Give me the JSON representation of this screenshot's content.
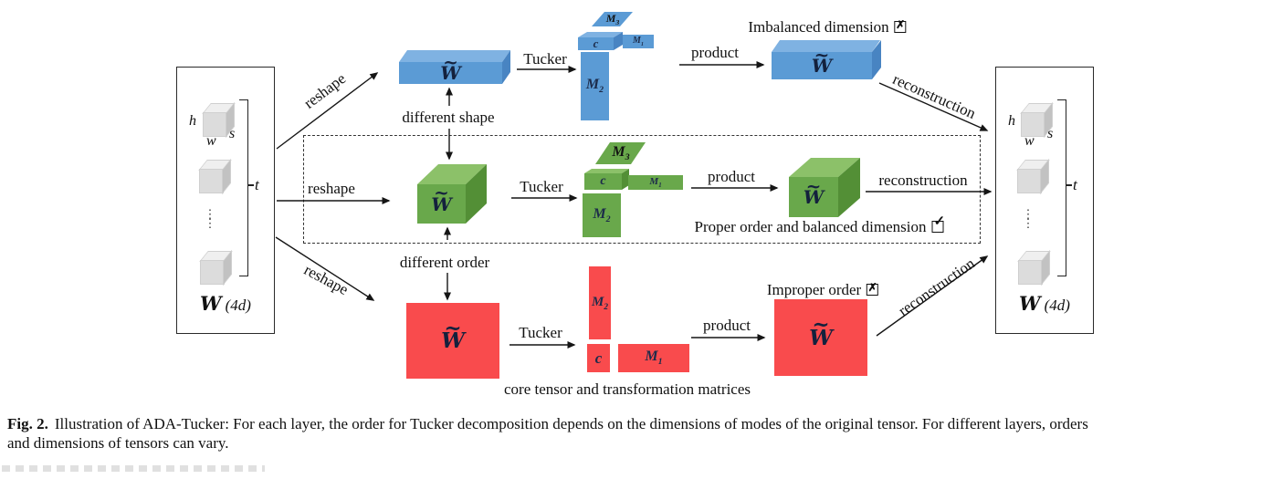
{
  "colors": {
    "blue": "#5b9bd5",
    "blue_top": "#7fb2e2",
    "blue_side": "#4884c2",
    "green": "#69a84b",
    "green_top": "#8cc169",
    "green_side": "#538f36",
    "red": "#f94b4d",
    "gray": "#dcdcdc"
  },
  "sym": {
    "w": "W",
    "tilde": "~",
    "c": "c",
    "m": "M",
    "s1": "1",
    "s2": "2",
    "s3": "3"
  },
  "tensor": {
    "w": "W",
    "dims": "(4d)",
    "h": "h",
    "wd": "w",
    "s": "s",
    "t": "t",
    "dots": "⋮"
  },
  "labels": {
    "reshape": "reshape",
    "tucker": "Tucker",
    "product": "product",
    "reconstruction": "reconstruction",
    "different_shape": "different shape",
    "different_order": "different order",
    "imbalanced": "Imbalanced dimension",
    "proper": "Proper order and balanced dimension",
    "improper": "Improper order",
    "core": "core tensor and transformation matrices",
    "cross": "✗",
    "check": "✓"
  },
  "caption": {
    "fig": "Fig. 2.",
    "line1": "Illustration of ADA-Tucker: For each layer, the order for Tucker decomposition depends on the dimensions of modes of the original tensor. For different layers, orders",
    "line2": "and dimensions of tensors can vary."
  }
}
